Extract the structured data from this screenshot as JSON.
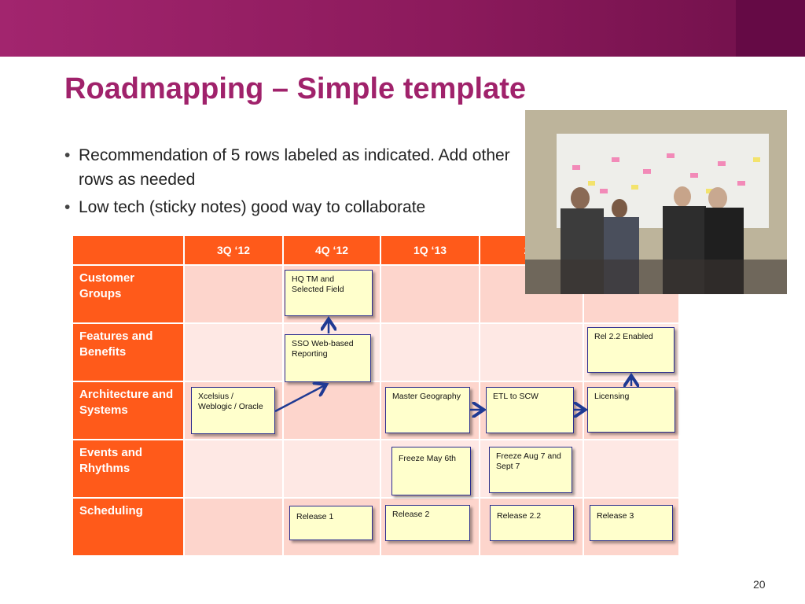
{
  "slide": {
    "title": "Roadmapping – Simple template",
    "bullets": [
      "Recommendation of 5 rows labeled as indicated. Add other rows as needed",
      "Low tech (sticky notes) good way to collaborate"
    ],
    "page_number": "20",
    "accent_color": "#a0226b",
    "header_color": "#ff5a1a"
  },
  "table": {
    "columns": [
      "",
      "3Q ‘12",
      "4Q ‘12",
      "1Q ‘13",
      "2Q",
      ""
    ],
    "rows": [
      {
        "label": "Customer Groups"
      },
      {
        "label": "Features and Benefits"
      },
      {
        "label": "Architecture and Systems"
      },
      {
        "label": "Events and Rhythms"
      },
      {
        "label": "Scheduling"
      }
    ]
  },
  "notes": {
    "hq_tm": "HQ TM and Selected Field",
    "sso": "SSO Web-based Reporting",
    "rel22_enabled": "Rel 2.2 Enabled",
    "xcelsius": "Xcelsius / Weblogic / Oracle",
    "master_geo": "Master Geography",
    "etl": "ETL to SCW",
    "licensing": "Licensing",
    "freeze_may": "Freeze May 6th",
    "freeze_aug": "Freeze Aug 7 and Sept 7",
    "release1": "Release 1",
    "release2": "Release 2",
    "release22": "Release 2.2",
    "release3": "Release 3"
  },
  "photo": {
    "icon": "team-photo-icon"
  }
}
